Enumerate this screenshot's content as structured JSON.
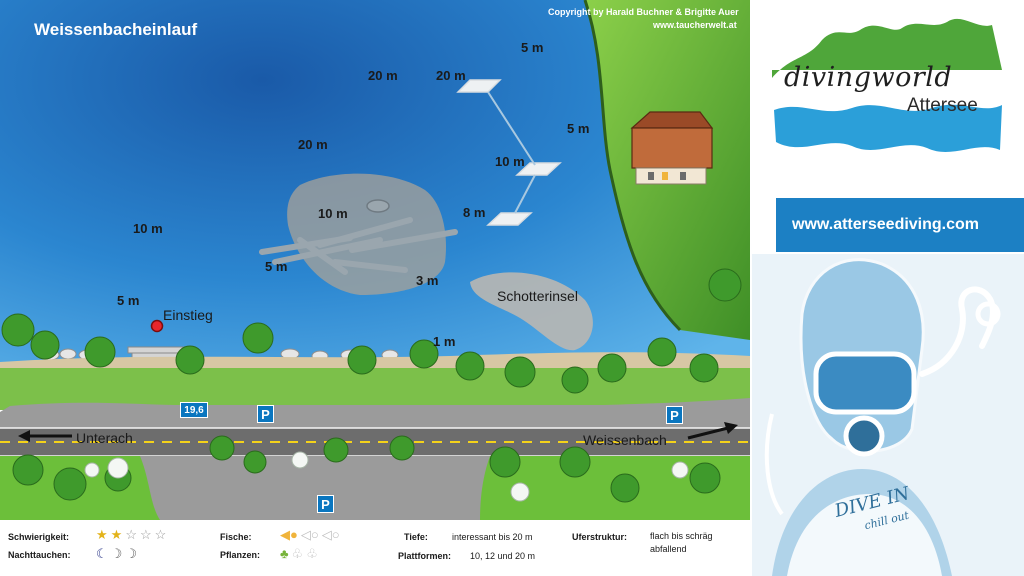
{
  "map": {
    "title": "Weissenbacheinlauf",
    "copyright": "Copyright by Harald Buchner & Brigitte Auer",
    "website_small": "www.taucherwelt.at",
    "entry_label": "Einstieg",
    "island_label": "Schotterinsel",
    "road_left": "Unterach",
    "road_right": "Weissenbach",
    "km_marker": "19,6",
    "parking_label": "P",
    "depths": {
      "d20_a": "20 m",
      "d20_b": "20 m",
      "d20_c": "20 m",
      "d5_a": "5 m",
      "d5_b": "5 m",
      "d10_a": "10 m",
      "d10_b": "10 m",
      "d10_c": "10 m",
      "d8": "8 m",
      "d5_c": "5 m",
      "d5_d": "5 m",
      "d3": "3 m",
      "d1": "1 m"
    },
    "colors": {
      "water": "#1f72c0",
      "land": "#6cbf3a",
      "road": "#6d6d6d",
      "accent": "#0a76bf"
    }
  },
  "footer": {
    "difficulty_label": "Schwierigkeit:",
    "difficulty_rating": 2,
    "difficulty_max": 5,
    "night_label": "Nachttauchen:",
    "night_rating": 1,
    "night_max": 3,
    "fish_label": "Fische:",
    "fish_rating": 1,
    "fish_max": 3,
    "plants_label": "Pflanzen:",
    "plants_rating": 1,
    "plants_max": 3,
    "depth_label": "Tiefe:",
    "depth_value": "interessant bis 20 m",
    "platform_label": "Plattformen:",
    "platform_value": "10, 12 und 20 m",
    "shore_label": "Uferstruktur:",
    "shore_value_1": "flach bis schräg",
    "shore_value_2": "abfallend"
  },
  "sidebar": {
    "logo_word": "divingworld",
    "logo_sub": "Attersee",
    "website": "www.atterseediving.com",
    "slogan_1": "DIVE IN",
    "slogan_2": "chill out"
  },
  "icons": [
    "star-icon",
    "moon-icon",
    "fish-icon",
    "plant-icon",
    "parking-icon",
    "arrow-left-icon",
    "arrow-right-icon",
    "house-icon",
    "diver-icon"
  ]
}
